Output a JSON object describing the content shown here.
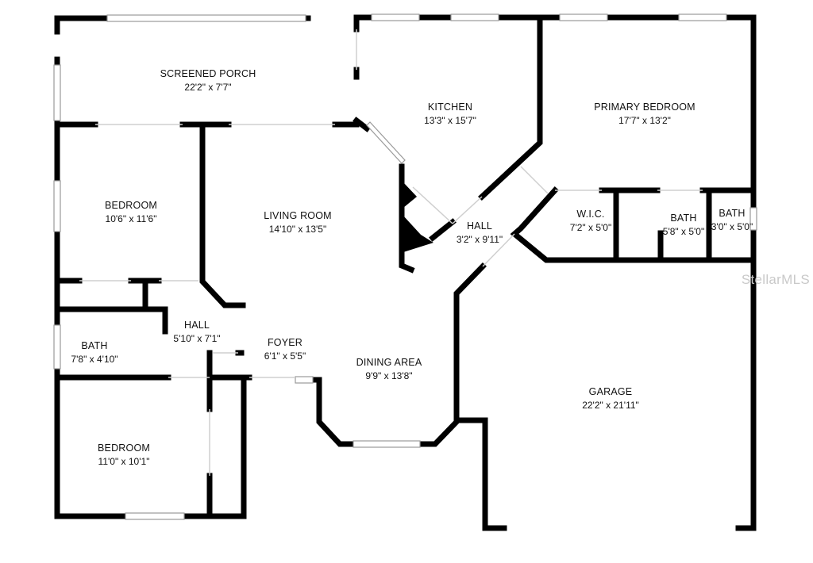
{
  "floor_plan": {
    "rooms": [
      {
        "id": "screened-porch",
        "name": "SCREENED PORCH",
        "dims": "22'2\" x 7'7\""
      },
      {
        "id": "kitchen",
        "name": "KITCHEN",
        "dims": "13'3\" x 15'7\""
      },
      {
        "id": "primary-bedroom",
        "name": "PRIMARY BEDROOM",
        "dims": "17'7\" x 13'2\""
      },
      {
        "id": "bedroom-1",
        "name": "BEDROOM",
        "dims": "10'6\" x 11'6\""
      },
      {
        "id": "living-room",
        "name": "LIVING ROOM",
        "dims": "14'10\" x 13'5\""
      },
      {
        "id": "hall-1",
        "name": "HALL",
        "dims": "3'2\" x 9'11\""
      },
      {
        "id": "wic",
        "name": "W.I.C.",
        "dims": "7'2\" x 5'0\""
      },
      {
        "id": "bath-1",
        "name": "BATH",
        "dims": "5'8\" x 5'0\""
      },
      {
        "id": "bath-2",
        "name": "BATH",
        "dims": "3'0\" x 5'0\""
      },
      {
        "id": "hall-2",
        "name": "HALL",
        "dims": "5'10\" x 7'1\""
      },
      {
        "id": "foyer",
        "name": "FOYER",
        "dims": "6'1\" x 5'5\""
      },
      {
        "id": "bath-3",
        "name": "BATH",
        "dims": "7'8\" x 4'10\""
      },
      {
        "id": "dining-area",
        "name": "DINING AREA",
        "dims": "9'9\" x 13'8\""
      },
      {
        "id": "garage",
        "name": "GARAGE",
        "dims": "22'2\" x 21'11\""
      },
      {
        "id": "bedroom-2",
        "name": "BEDROOM",
        "dims": "11'0\" x 10'1\""
      }
    ],
    "watermark": "StellarMLS",
    "colors": {
      "wall": "#000000",
      "window": "#ffffff",
      "window_stroke": "#9a9a9a",
      "watermark": "#c9c9c9"
    }
  }
}
